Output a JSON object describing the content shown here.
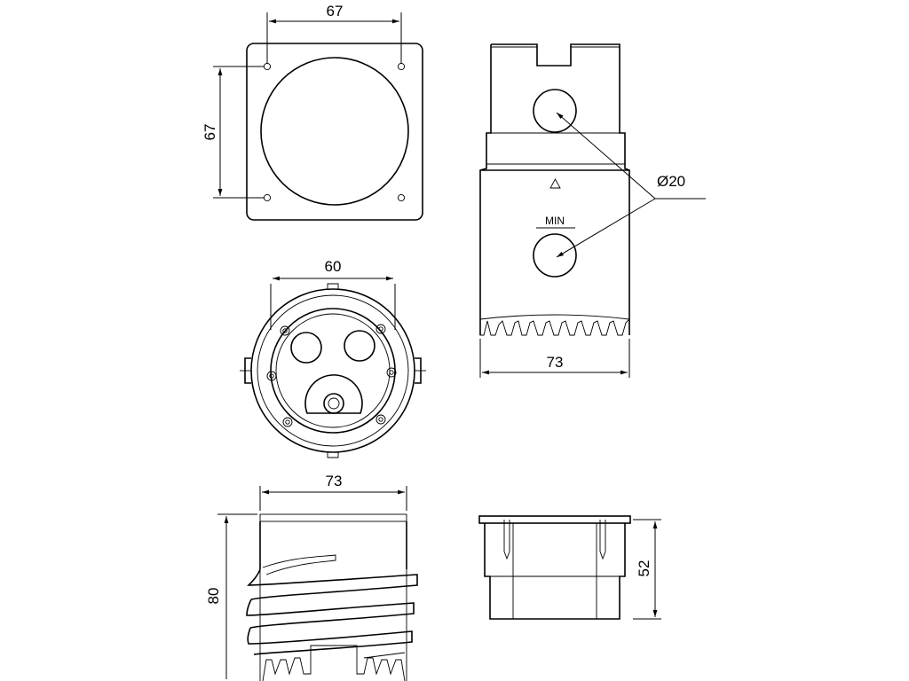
{
  "dimensions": {
    "flange_width": "67",
    "flange_height": "67",
    "bottom_diameter": "60",
    "side_width": "73",
    "body_width": "73",
    "body_height": "80",
    "cup_height": "52",
    "hole_diameter": "Ø20"
  },
  "labels": {
    "min_mark": "MIN"
  },
  "colors": {
    "line": "#000000",
    "background": "#ffffff"
  }
}
